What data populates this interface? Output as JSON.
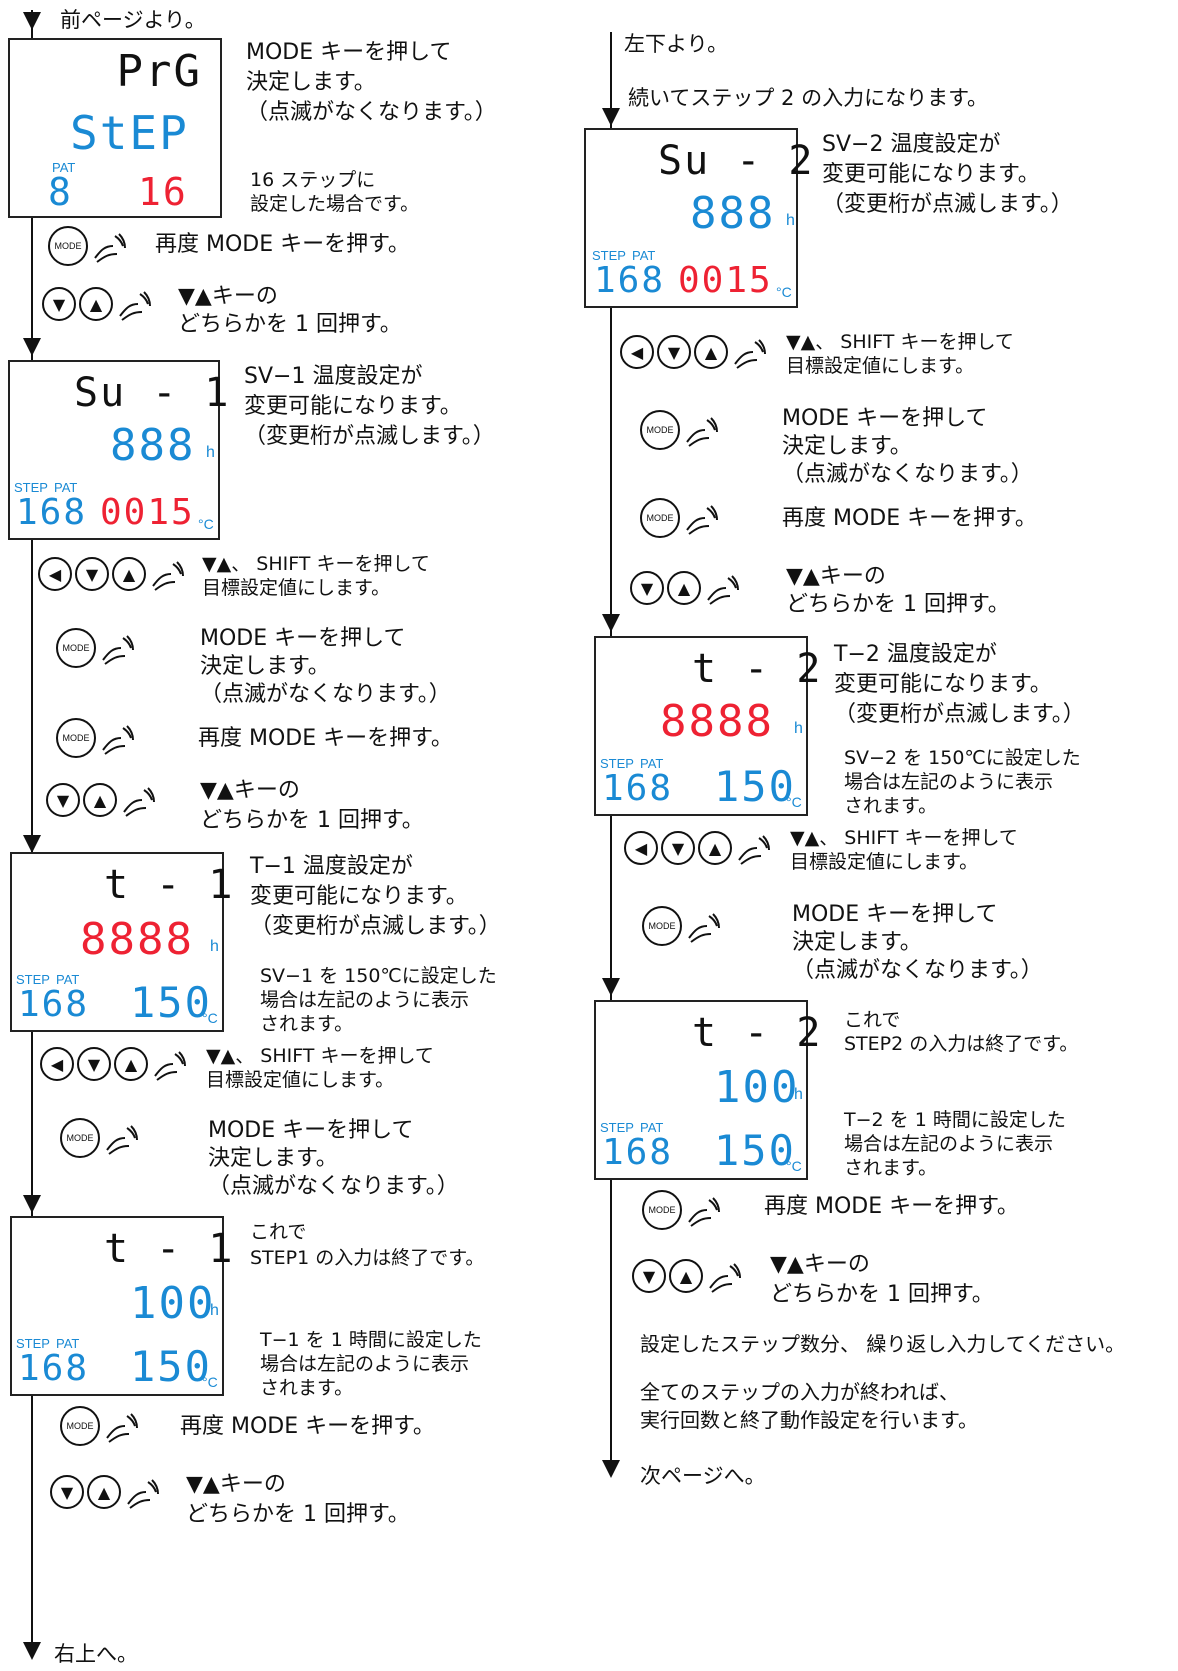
{
  "nav": {
    "prev_page": "前ページより。",
    "from_lower_left": "左下より。",
    "to_upper_right": "右上へ。",
    "next_page": "次ページへ。"
  },
  "left": {
    "p1": {
      "display": {
        "top": "PrG",
        "mid": "StEP",
        "pat_label": "PAT",
        "pat_val": "8",
        "step_val": "16"
      },
      "desc": [
        "MODE キーを押して",
        "決定します。",
        "（点滅がなくなります。）"
      ],
      "note": [
        "16 ステップに",
        "設定した場合です。"
      ]
    },
    "a1": "再度 MODE キーを押す。",
    "a2": [
      "▼▲キーの",
      "どちらかを 1 回押す。"
    ],
    "p2": {
      "display": {
        "top": "Su - 1",
        "mid": "888",
        "unit_h": "h",
        "step_label": "STEP",
        "pat_label": "PAT",
        "stp_val": "168",
        "bottom": "0015",
        "unit_c": "°C"
      },
      "desc": [
        "SV−1 温度設定が",
        "変更可能になります。",
        "（変更桁が点滅します。）"
      ]
    },
    "b1": [
      "▼▲、 SHIFT キーを押して",
      "目標設定値にします。"
    ],
    "b2": [
      "MODE キーを押して",
      "決定します。",
      "（点滅がなくなります。）"
    ],
    "b3": "再度 MODE キーを押す。",
    "b4": [
      "▼▲キーの",
      "どちらかを 1 回押す。"
    ],
    "p3": {
      "display": {
        "top": "t - 1",
        "mid": "8888",
        "unit_h": "h",
        "step_label": "STEP",
        "pat_label": "PAT",
        "stp_val": "168",
        "bottom": "150",
        "unit_c": "°C"
      },
      "desc": [
        "T−1 温度設定が",
        "変更可能になります。",
        "（変更桁が点滅します。）"
      ],
      "note": [
        "SV−1 を 150℃に設定した",
        "場合は左記のように表示",
        "されます。"
      ]
    },
    "c1": [
      "▼▲、 SHIFT キーを押して",
      "目標設定値にします。"
    ],
    "c2": [
      "MODE キーを押して",
      "決定します。",
      "（点滅がなくなります。）"
    ],
    "p4": {
      "display": {
        "top": "t - 1",
        "mid": "100",
        "unit_h": "h",
        "step_label": "STEP",
        "pat_label": "PAT",
        "stp_val": "168",
        "bottom": "150",
        "unit_c": "°C"
      },
      "desc": [
        "これで",
        "STEP1 の入力は終了です。"
      ],
      "note": [
        "T−1 を 1 時間に設定した",
        "場合は左記のように表示",
        "されます。"
      ]
    },
    "d1": "再度 MODE キーを押す。",
    "d2": [
      "▼▲キーの",
      "どちらかを 1 回押す。"
    ]
  },
  "right": {
    "intro": "続いてステップ 2 の入力になります。",
    "p1": {
      "display": {
        "top": "Su - 2",
        "mid": "888",
        "unit_h": "h",
        "step_label": "STEP",
        "pat_label": "PAT",
        "stp_val": "168",
        "bottom": "0015",
        "unit_c": "°C"
      },
      "desc": [
        "SV−2 温度設定が",
        "変更可能になります。",
        "（変更桁が点滅します。）"
      ]
    },
    "a1": [
      "▼▲、 SHIFT キーを押して",
      "目標設定値にします。"
    ],
    "a2": [
      "MODE キーを押して",
      "決定します。",
      "（点滅がなくなります。）"
    ],
    "a3": "再度 MODE キーを押す。",
    "a4": [
      "▼▲キーの",
      "どちらかを 1 回押す。"
    ],
    "p2": {
      "display": {
        "top": "t - 2",
        "mid": "8888",
        "unit_h": "h",
        "step_label": "STEP",
        "pat_label": "PAT",
        "stp_val": "168",
        "bottom": "150",
        "unit_c": "°C"
      },
      "desc": [
        "T−2 温度設定が",
        "変更可能になります。",
        "（変更桁が点滅します。）"
      ],
      "note": [
        "SV−2 を 150℃に設定した",
        "場合は左記のように表示",
        "されます。"
      ]
    },
    "b1": [
      "▼▲、 SHIFT キーを押して",
      "目標設定値にします。"
    ],
    "b2": [
      "MODE キーを押して",
      "決定します。",
      "（点滅がなくなります。）"
    ],
    "p3": {
      "display": {
        "top": "t - 2",
        "mid": "100",
        "unit_h": "h",
        "step_label": "STEP",
        "pat_label": "PAT",
        "stp_val": "168",
        "bottom": "150",
        "unit_c": "°C"
      },
      "desc": [
        "これで",
        "STEP2 の入力は終了です。"
      ],
      "note": [
        "T−2 を 1 時間に設定した",
        "場合は左記のように表示",
        "されます。"
      ]
    },
    "c1": "再度 MODE キーを押す。",
    "c2": [
      "▼▲キーの",
      "どちらかを 1 回押す。"
    ],
    "repeat": "設定したステップ数分、 繰り返し入力してください。",
    "final": [
      "全てのステップの入力が終われば、",
      "実行回数と終了動作設定を行います。"
    ]
  },
  "icons": {
    "mode_key": "MODE",
    "left": "◀",
    "down": "▼",
    "up": "▲"
  },
  "colors": {
    "lcd_blue": "#1a8ad4",
    "blink_red": "#e23",
    "line": "#111"
  }
}
